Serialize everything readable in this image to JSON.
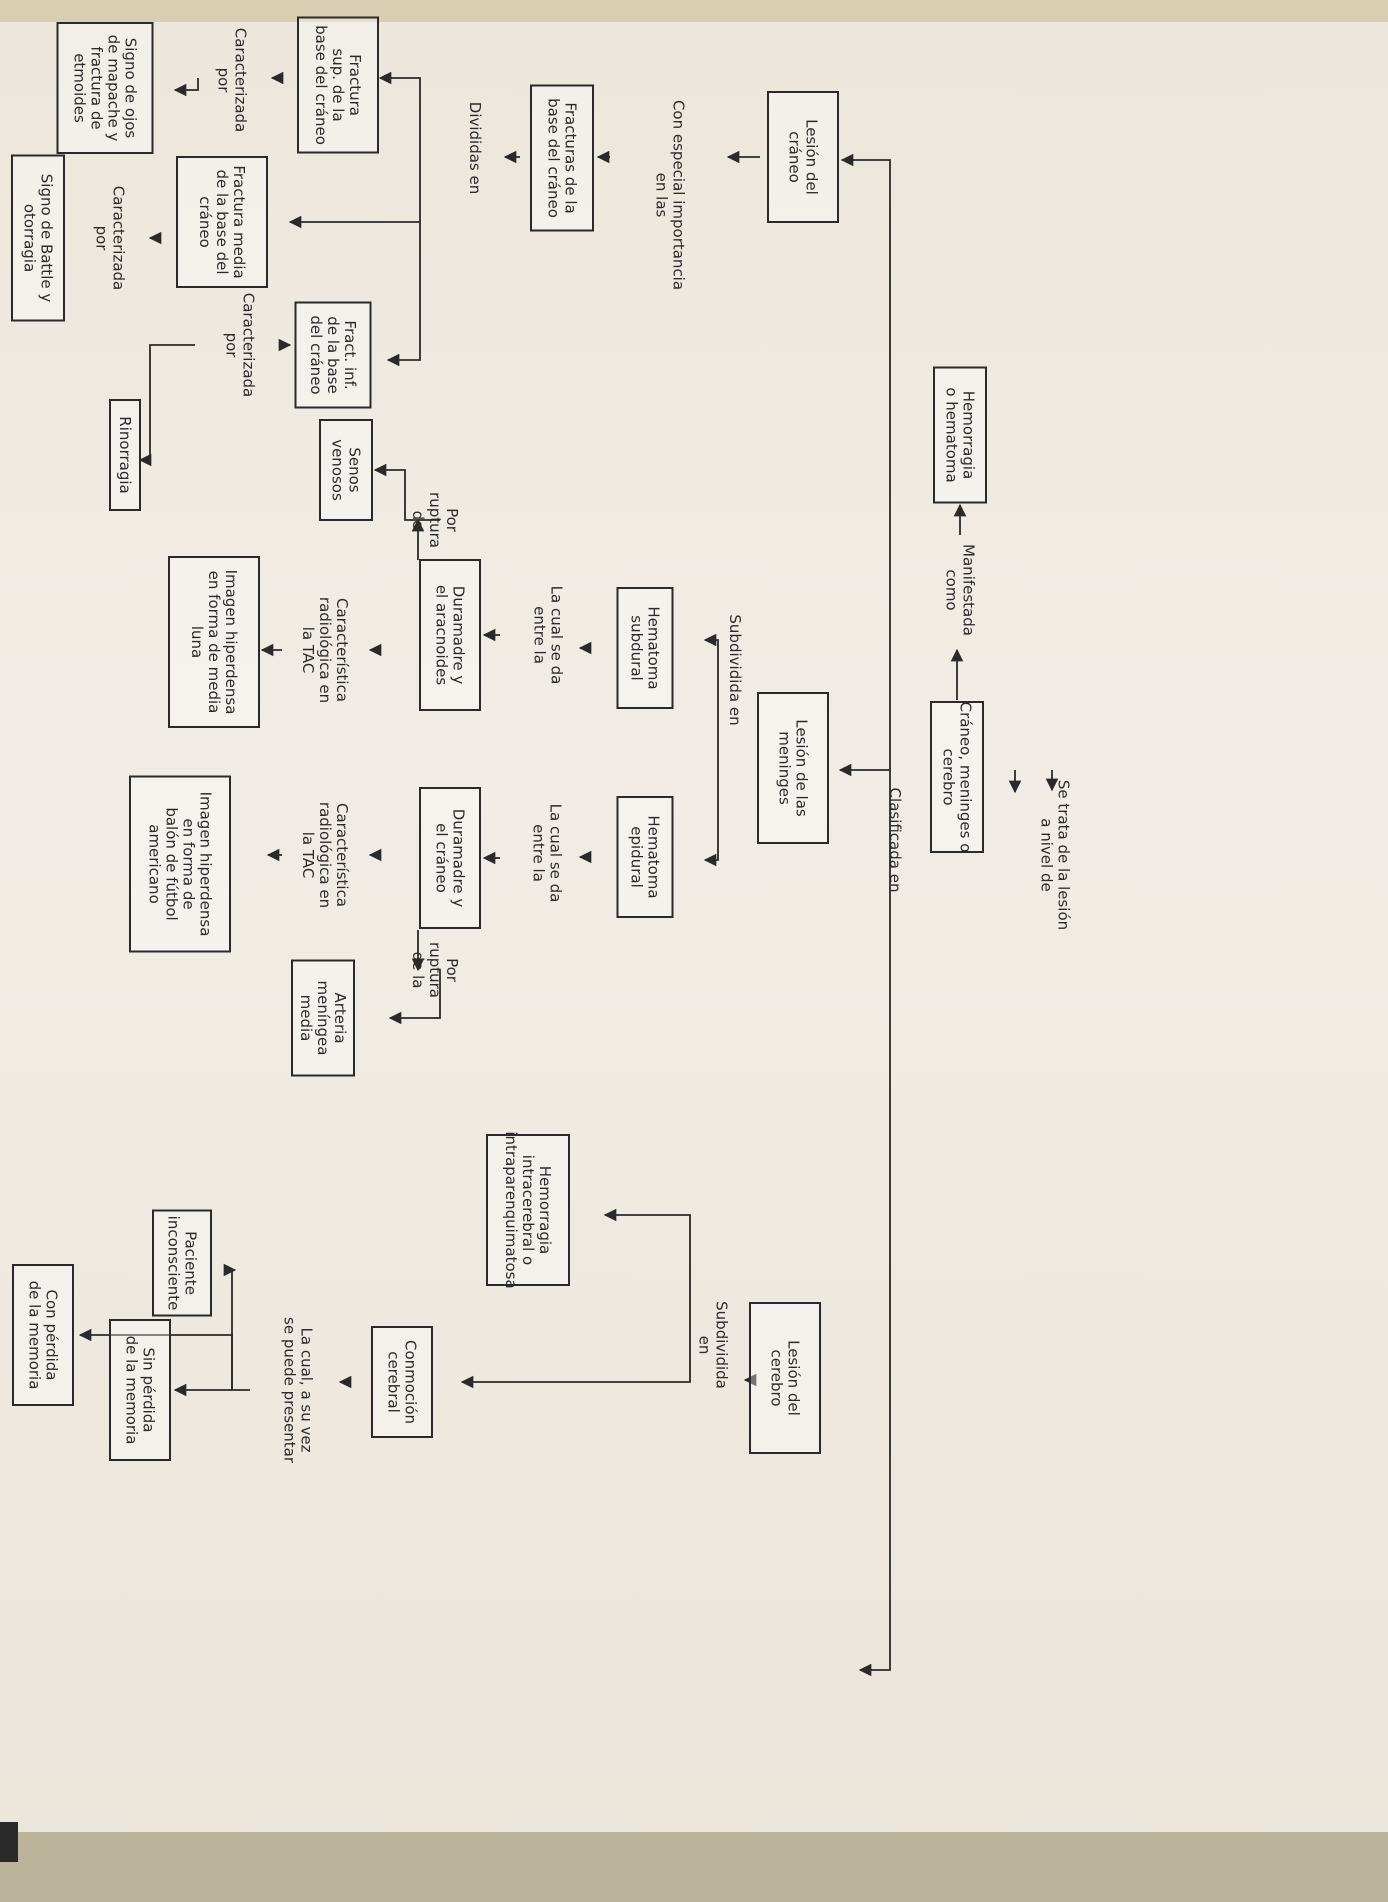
{
  "nodes": [
    {
      "id": "root",
      "lines": [
        "Se trata de la lesión",
        "a nivel de"
      ]
    },
    {
      "id": "tipos",
      "lines": [
        "Cráneo, meninges o",
        "cerebro"
      ]
    },
    {
      "id": "clasif",
      "lines": [
        "Clasificada en"
      ]
    },
    {
      "id": "manif",
      "lines": [
        "Manifestada",
        "como"
      ]
    },
    {
      "id": "hem",
      "lines": [
        "Hemorragia",
        "o hematoma"
      ]
    },
    {
      "id": "lcraneo",
      "lines": [
        "Lesión del",
        "cráneo"
      ]
    },
    {
      "id": "especial",
      "lines": [
        "Con especial importancia",
        "en las"
      ]
    },
    {
      "id": "fbase",
      "lines": [
        "Fracturas de la",
        "base del cráneo"
      ]
    },
    {
      "id": "divid",
      "lines": [
        "Divididas en"
      ]
    },
    {
      "id": "fsup",
      "lines": [
        "Fractura",
        "sup. de la",
        "base del cráneo"
      ]
    },
    {
      "id": "car1",
      "lines": [
        "Caracterizada",
        "por"
      ]
    },
    {
      "id": "mapache",
      "lines": [
        "Signo de ojos",
        "de mapache y",
        "fractura de",
        "etmoides"
      ]
    },
    {
      "id": "fmedia",
      "lines": [
        "Fractura media",
        "de la base del",
        "cráneo"
      ]
    },
    {
      "id": "car2",
      "lines": [
        "Caracterizada",
        "por"
      ]
    },
    {
      "id": "battle",
      "lines": [
        "Signo de Battle y",
        "otorragia"
      ]
    },
    {
      "id": "finf",
      "lines": [
        "Fract. inf.",
        "de la base",
        "del cráneo"
      ]
    },
    {
      "id": "car3",
      "lines": [
        "Caracterizada",
        "por"
      ]
    },
    {
      "id": "rino",
      "lines": [
        "Rinorragia"
      ]
    },
    {
      "id": "lmen",
      "lines": [
        "Lesión de las",
        "meninges"
      ]
    },
    {
      "id": "subdiv1",
      "lines": [
        "Subdividida en"
      ]
    },
    {
      "id": "hsub",
      "lines": [
        "Hematoma",
        "subdural"
      ]
    },
    {
      "id": "cual1",
      "lines": [
        "La cual se da",
        "entre la"
      ]
    },
    {
      "id": "dura1",
      "lines": [
        "Duramadre y",
        "el aracnoides"
      ]
    },
    {
      "id": "rup1",
      "lines": [
        "Por",
        "ruptura",
        "de"
      ]
    },
    {
      "id": "senos",
      "lines": [
        "Senos",
        "venosos"
      ]
    },
    {
      "id": "car4",
      "lines": [
        "Característica",
        "radiológica en",
        "la TAC"
      ]
    },
    {
      "id": "luna",
      "lines": [
        "Imagen hiperdensa",
        "en forma de media",
        "luna"
      ]
    },
    {
      "id": "hepi",
      "lines": [
        "Hematoma",
        "epidural"
      ]
    },
    {
      "id": "cual2",
      "lines": [
        "La cual se da",
        "entre la"
      ]
    },
    {
      "id": "dura2",
      "lines": [
        "Duramadre y",
        "el cráneo"
      ]
    },
    {
      "id": "rup2",
      "lines": [
        "Por",
        "ruptura",
        "de la"
      ]
    },
    {
      "id": "arteria",
      "lines": [
        "Arteria",
        "meníngea",
        "media"
      ]
    },
    {
      "id": "car5",
      "lines": [
        "Característica",
        "radiológica en",
        "la TAC"
      ]
    },
    {
      "id": "balon",
      "lines": [
        "Imagen hiperdensa",
        "en forma de",
        "balón de fútbol",
        "americano"
      ]
    },
    {
      "id": "lcer",
      "lines": [
        "Lesión del",
        "cerebro"
      ]
    },
    {
      "id": "subdiv2",
      "lines": [
        "Subdividida",
        "en"
      ]
    },
    {
      "id": "hemintra",
      "lines": [
        "Hemorragia",
        "intracerebral o",
        "intraparenquimatosa"
      ]
    },
    {
      "id": "conmo",
      "lines": [
        "Conmoción",
        "cerebral"
      ]
    },
    {
      "id": "cual3",
      "lines": [
        "La cual, a su vez",
        "se puede presentar"
      ]
    },
    {
      "id": "incons",
      "lines": [
        "Paciente",
        "inconsciente"
      ]
    },
    {
      "id": "conperd",
      "lines": [
        "Con pérdida",
        "de la memoria"
      ]
    },
    {
      "id": "sinperd",
      "lines": [
        "Sin pérdida",
        "de la memoria"
      ]
    }
  ]
}
